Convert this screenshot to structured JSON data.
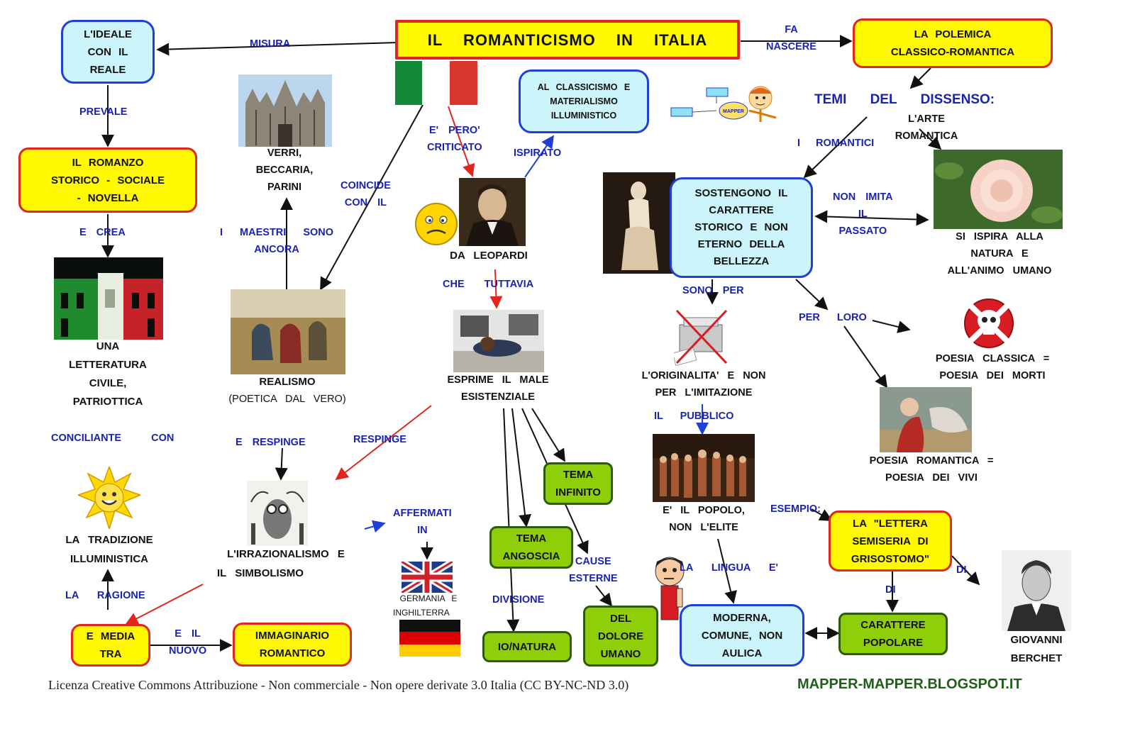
{
  "title": "IL ROMANTICISMO IN ITALIA",
  "colors": {
    "blue_label": "#1a23b0",
    "red_arrow": "#e0261d",
    "cyan_fill": "#ccf5fb",
    "yellow_fill": "#fff800",
    "green_fill": "#8fcf0a"
  },
  "nodes": {
    "ideale": [
      "L'IDEALE",
      "CON IL",
      "REALE"
    ],
    "romanzo": [
      "IL ROMANZO",
      "STORICO - SOCIALE",
      "- NOVELLA"
    ],
    "letteratura": [
      "UNA",
      "LETTERATURA",
      "CIVILE,",
      "PATRIOTTICA"
    ],
    "tradizione": [
      "LA TRADIZIONE",
      "ILLUMINISTICA"
    ],
    "media_tra": [
      "E MEDIA",
      "TRA"
    ],
    "immaginario": [
      "IMMAGINARIO",
      "ROMANTICO"
    ],
    "maestri_names": [
      "VERRI,",
      "BECCARIA,",
      "PARINI"
    ],
    "realismo": [
      "REALISMO",
      "(POETICA DAL VERO)"
    ],
    "irrazionalismo": [
      "L'IRRAZIONALISMO E",
      "IL SIMBOLISMO"
    ],
    "classicismo": [
      "AL CLASSICISMO E",
      "MATERIALISMO",
      "ILLUMINISTICO"
    ],
    "leopardi": "DA LEOPARDI",
    "male": [
      "ESPRIME IL MALE",
      "ESISTENZIALE"
    ],
    "germania": [
      "GERMANIA E",
      "INGHILTERRA"
    ],
    "infinito": [
      "TEMA",
      "INFINITO"
    ],
    "angoscia": [
      "TEMA",
      "ANGOSCIA"
    ],
    "natura": "IO/NATURA",
    "dolore": [
      "DEL",
      "DOLORE",
      "UMANO"
    ],
    "polemica": [
      "LA POLEMICA",
      "CLASSICO-ROMANTICA"
    ],
    "temi": "TEMI DEL DISSENSO:",
    "arte": [
      "L'ARTE",
      "ROMANTICA"
    ],
    "sostengono": [
      "SOSTENGONO IL",
      "CARATTERE",
      "STORICO E NON",
      "ETERNO DELLA",
      "BELLEZZA"
    ],
    "ispira": [
      "SI ISPIRA ALLA",
      "NATURA E",
      "ALL'ANIMO UMANO"
    ],
    "classica": [
      "POESIA CLASSICA =",
      "POESIA DEI MORTI"
    ],
    "romantica": [
      "POESIA ROMANTICA =",
      "POESIA DEI VIVI"
    ],
    "originalita": [
      "L'ORIGINALITA' E NON",
      "PER L'IMITAZIONE"
    ],
    "popolo": [
      "E' IL POPOLO,",
      "NON L'ELITE"
    ],
    "lettera": [
      "LA \"LETTERA",
      "SEMISERIA DI",
      "GRISOSTOMO\""
    ],
    "moderna": [
      "MODERNA,",
      "COMUNE, NON",
      "AULICA"
    ],
    "popolare": [
      "CARATTERE",
      "POPOLARE"
    ],
    "berchet": [
      "GIOVANNI",
      "BERCHET"
    ]
  },
  "labels": {
    "misura": "MISURA",
    "prevale": "PREVALE",
    "e_crea": "E CREA",
    "conciliante": "CONCILIANTE CON",
    "la_ragione": "LA RAGIONE",
    "e_il_nuovo": [
      "E IL",
      "NUOVO"
    ],
    "maestri": [
      "I MAESTRI SONO",
      "ANCORA"
    ],
    "coincide": [
      "COINCIDE",
      "CON IL"
    ],
    "e_respinge": "E RESPINGE",
    "respinge": "RESPINGE",
    "criticato": [
      "E' PERO'",
      "CRITICATO"
    ],
    "ispirato": "ISPIRATO",
    "che_tuttavia": "CHE TUTTAVIA",
    "affermati": [
      "AFFERMATI",
      "IN"
    ],
    "divisione": "DIVISIONE",
    "cause": [
      "CAUSE",
      "ESTERNE"
    ],
    "fa_nascere": [
      "FA",
      "NASCERE"
    ],
    "i_romantici": "I ROMANTICI",
    "non_imita": [
      "NON IMITA",
      "IL",
      "PASSATO"
    ],
    "sono_per": "SONO PER",
    "per_loro": "PER LORO",
    "il_pubblico": "IL PUBBLICO",
    "esempio": "ESEMPIO:",
    "la_lingua": "LA LINGUA E'",
    "di_1": "DI",
    "di_2": "DI",
    "mapper_badge": "MAPPER"
  },
  "footer": {
    "license": "Licenza Creative Commons Attribuzione - Non commerciale - Non opere derivate 3.0 Italia (CC BY-NC-ND 3.0)",
    "site": "MAPPER-MAPPER.BLOGSPOT.IT"
  },
  "pictures": [
    "italian-flag",
    "milan-cathedral",
    "palazzo-tricolore",
    "gleaners-painting",
    "leopardi-portrait",
    "confused-smiley",
    "tired-man",
    "sun-smiley",
    "owl-engraving",
    "uk-flag",
    "germany-flag",
    "venus-statue",
    "rose-photo",
    "skull-sign",
    "broken-copier",
    "romantic-painting",
    "quarto-stato-painting",
    "berchet-portrait",
    "mapper-mascot",
    "thinking-boy"
  ]
}
